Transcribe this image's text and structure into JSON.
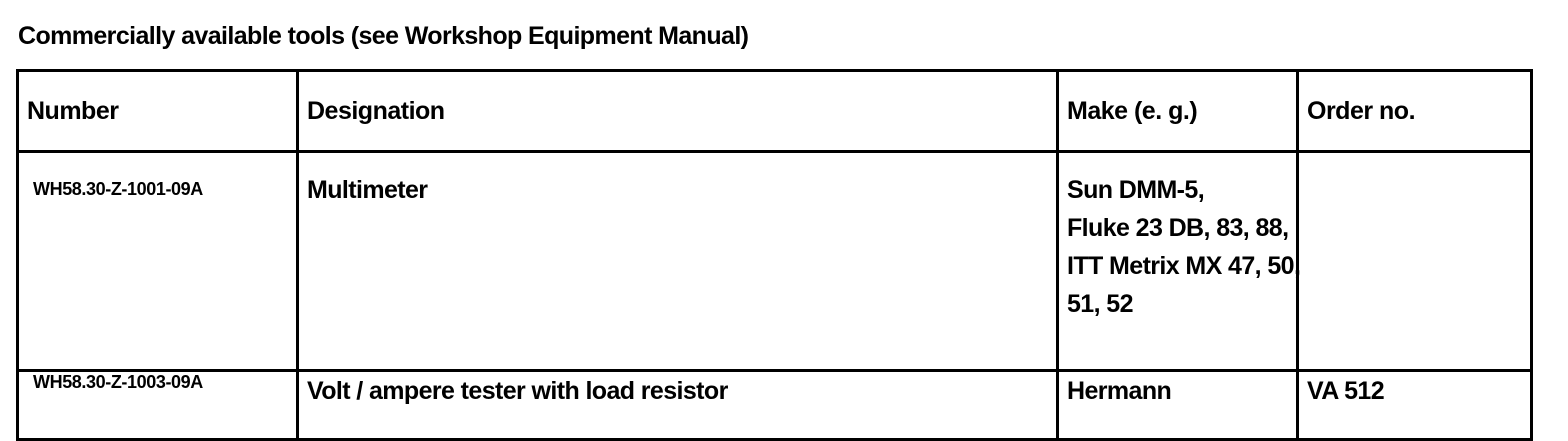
{
  "heading": "Commercially available tools (see Workshop Equipment Manual)",
  "table": {
    "columns": [
      "Number",
      "Designation",
      "Make (e. g.)",
      "Order no."
    ],
    "rows": [
      {
        "number": "WH58.30-Z-1001-09A",
        "designation": "Multimeter",
        "make_lines": [
          "Sun DMM-5,",
          "Fluke 23 DB, 83, 88,",
          "ITT Metrix MX 47, 50,",
          "51, 52"
        ],
        "order_no": ""
      },
      {
        "number": "WH58.30-Z-1003-09A",
        "designation": "Volt / ampere tester with load resistor",
        "make_lines": [
          "Hermann"
        ],
        "order_no": "VA 512"
      }
    ]
  }
}
